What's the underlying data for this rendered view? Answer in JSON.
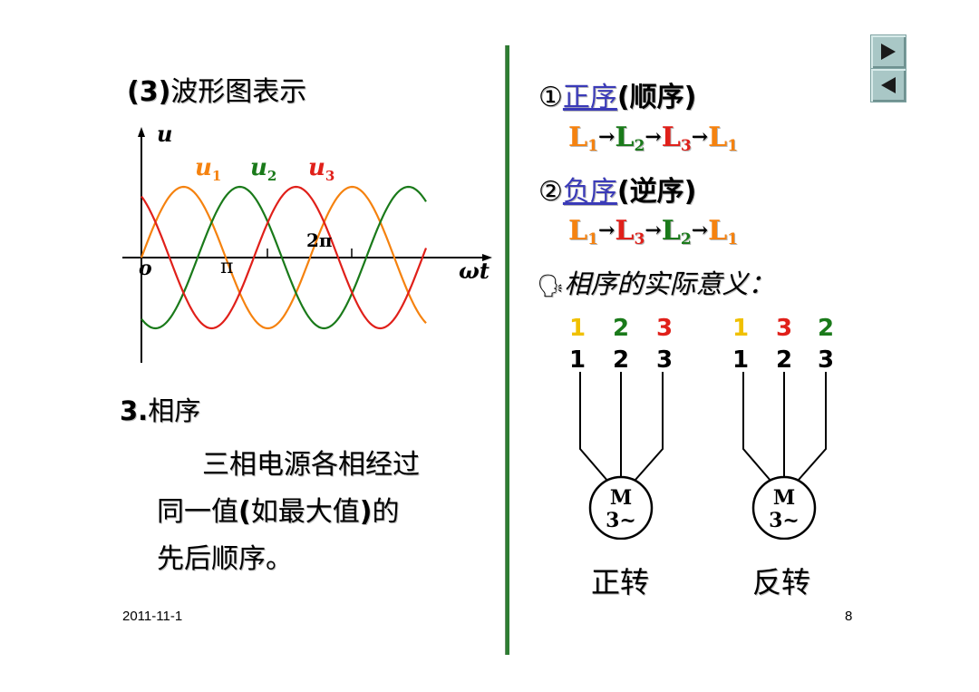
{
  "slide": {
    "left": {
      "heading_num": "(3)",
      "heading_text": "波形图表示",
      "graph": {
        "u_axis": "u",
        "wt_axis": "ωt",
        "origin": "o",
        "pi": "π",
        "two_pi": "2π",
        "u1_base": "u",
        "u1_sub": "1",
        "u2_base": "u",
        "u2_sub": "2",
        "u3_base": "u",
        "u3_sub": "3"
      },
      "section_num": "3.",
      "section_title": "相序",
      "body_line1": "三相电源各相经过",
      "body_line2_a": "同一值",
      "body_line2_b": "(",
      "body_line2_c": "如最大值",
      "body_line2_d": ")",
      "body_line2_e": "的",
      "body_line3": "先后顺序。"
    },
    "right": {
      "pos_mark": "①",
      "pos_link": "正序",
      "pos_paren": "(顺序)",
      "pos_seq": [
        "1",
        "2",
        "3",
        "1"
      ],
      "neg_mark": "②",
      "neg_link": "负序",
      "neg_paren": "(逆序)",
      "neg_seq": [
        "1",
        "3",
        "2",
        "1"
      ],
      "seq_letter": "L",
      "meaning_bullet": "🗣",
      "meaning_text": "相序的实际意义：",
      "motor1_top": [
        "1",
        "2",
        "3"
      ],
      "motor1_bottom": [
        "1",
        "2",
        "3"
      ],
      "motor2_top": [
        "1",
        "3",
        "2"
      ],
      "motor2_bottom": [
        "1",
        "2",
        "3"
      ],
      "motor_label_m": "M",
      "motor_label_n": "3~",
      "caption1": "正转",
      "caption2": "反转"
    },
    "footer": {
      "date": "2011-11-1",
      "page": "8"
    },
    "colors": {
      "phase1": "#f5820f",
      "phase2": "#1a7a1a",
      "phase3": "#e0201a",
      "motor_yellow": "#f0c000",
      "divider": "#2e7d32",
      "link": "#3a3ab8"
    }
  }
}
